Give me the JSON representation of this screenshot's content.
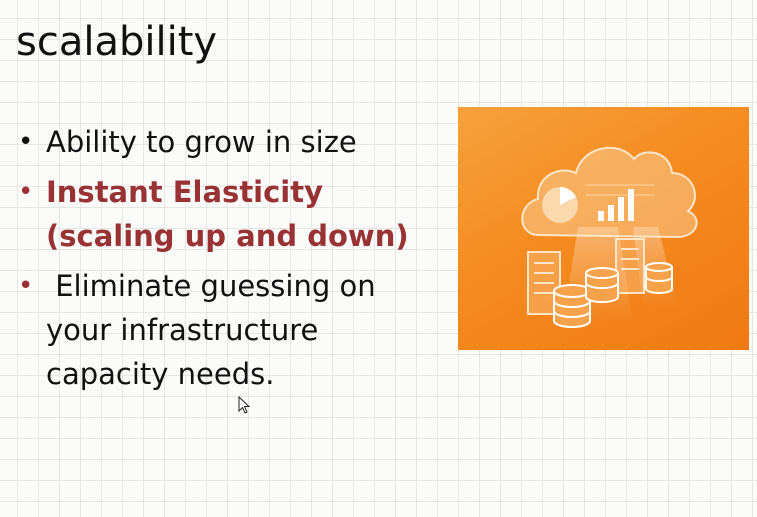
{
  "slide": {
    "title": "scalability",
    "bullets": [
      {
        "text": "Ability to grow in size",
        "style": "normal"
      },
      {
        "text": "Instant Elasticity\n(scaling up and down)",
        "style": "emphasis"
      },
      {
        "text": " Eliminate guessing on\nyour infrastructure\ncapacity needs.",
        "style": "normal"
      }
    ]
  },
  "illustration": {
    "icon": "cloud-scaling-illustration",
    "background_color": "#f58b1f"
  },
  "colors": {
    "emphasis": "#983234",
    "text": "#111111"
  }
}
